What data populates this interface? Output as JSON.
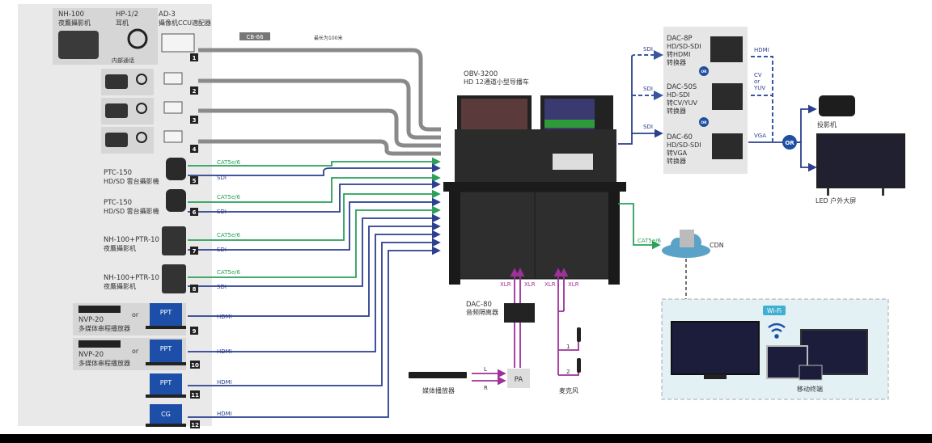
{
  "colors": {
    "panel": "#e6e6e6",
    "cable_gray": "#8a8a8a",
    "cat5": "#2aa05a",
    "sdi": "#2d3f8f",
    "audio": "#a0309a",
    "or_badge": "#1f4fa0",
    "wifi_box": "#e3f0f4"
  },
  "sources": {
    "camera1": {
      "model": "NH-100",
      "name": "夜鷹攝影机",
      "headset_model": "HP-1/2",
      "headset_name": "耳机",
      "intercom": "内部通话",
      "ccu_model": "AD-3",
      "ccu_name": "攝像机CCU適配器",
      "cable": "CB-66",
      "max_length": "最长为100米",
      "number": "1"
    },
    "camera_rows": [
      {
        "number": "2"
      },
      {
        "number": "3"
      },
      {
        "number": "4"
      }
    ],
    "ptz": [
      {
        "model": "PTC-150",
        "name": "HD/SD 雲台攝影機",
        "number": "5",
        "cat": "CAT5e/6",
        "sdi": "SDI"
      },
      {
        "model": "PTC-150",
        "name": "HD/SD 雲台攝影機",
        "number": "6",
        "cat": "CAT5e/6",
        "sdi": "SDI"
      },
      {
        "model": "NH-100+PTR-10",
        "name": "夜鷹攝影机",
        "number": "7",
        "cat": "CAT5e/6",
        "sdi": "SDI"
      },
      {
        "model": "NH-100+PTR-10",
        "name": "夜鷹攝影机",
        "number": "8",
        "cat": "CAT5e/6",
        "sdi": "SDI"
      }
    ],
    "players": [
      {
        "model": "NVP-20",
        "name": "多媒体串程播放器",
        "or": "or",
        "screen": "PPT",
        "number": "9",
        "link": "HDMI"
      },
      {
        "model": "NVP-20",
        "name": "多媒体串程播放器",
        "or": "or",
        "screen": "PPT",
        "number": "10",
        "link": "HDMI"
      }
    ],
    "laptops": [
      {
        "screen": "PPT",
        "number": "11",
        "link": "HDMI"
      },
      {
        "screen": "CG",
        "number": "12",
        "link": "HDMI"
      }
    ]
  },
  "center": {
    "model": "OBV-3200",
    "name": "HD 12通道小型导播车"
  },
  "converters": {
    "sdi": "SDI",
    "or": "OR",
    "items": [
      {
        "model": "DAC-8P",
        "line2": "HD/SD-SDI",
        "line3": "转HDMI",
        "line4": "转换器",
        "out": "HDMI"
      },
      {
        "model": "DAC-50S",
        "line2": "HD-SDI",
        "line3": "转CV/YUV",
        "line4": "转换器",
        "out_1": "CV",
        "out_2": "or",
        "out_3": "YUV"
      },
      {
        "model": "DAC-60",
        "line2": "HD/SD-SDI",
        "line3": "转VGA",
        "line4": "转换器",
        "out": "VGA"
      }
    ]
  },
  "outputs": {
    "projector": "投影机",
    "led": "LED 户外大屏",
    "or": "OR"
  },
  "streaming": {
    "cat": "CAT5e/6",
    "cdn": "CDN",
    "wifi": "Wi-Fi",
    "mobile": "移动终端"
  },
  "audio": {
    "xlr": "XLR",
    "isolator_model": "DAC-80",
    "isolator_name": "音频隔离器",
    "pa": "PA",
    "player": "媒体播放器",
    "left": "L",
    "right": "R",
    "mic": "麦克风",
    "mic1": "1",
    "mic2": "2"
  }
}
